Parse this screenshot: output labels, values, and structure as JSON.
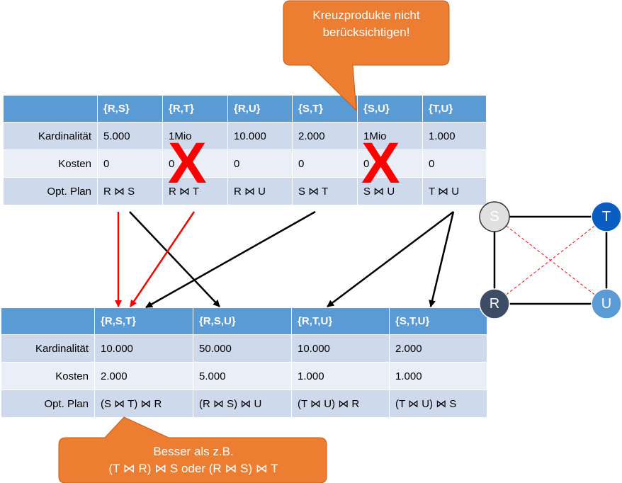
{
  "table1": {
    "headers": [
      "",
      "{R,S}",
      "{R,T}",
      "{R,U}",
      "{S,T}",
      "{S,U}",
      "{T,U}"
    ],
    "rows": [
      {
        "label": "Kardinalität",
        "cells": [
          "5.000",
          "1Mio",
          "10.000",
          "2.000",
          "1Mio",
          "1.000"
        ]
      },
      {
        "label": "Kosten",
        "cells": [
          "0",
          "0",
          "0",
          "0",
          "0",
          "0"
        ]
      },
      {
        "label": "Opt. Plan",
        "cells": [
          "R ⋈ S",
          "R ⋈ T",
          "R ⋈ U",
          "S ⋈ T",
          "S ⋈ U",
          "T ⋈ U"
        ]
      }
    ]
  },
  "table2": {
    "headers": [
      "",
      "{R,S,T}",
      "{R,S,U}",
      "{R,T,U}",
      "{S,T,U}"
    ],
    "rows": [
      {
        "label": "Kardinalität",
        "cells": [
          "10.000",
          "50.000",
          "10.000",
          "2.000"
        ]
      },
      {
        "label": "Kosten",
        "cells": [
          "2.000",
          "5.000",
          "1.000",
          "1.000"
        ]
      },
      {
        "label": "Opt. Plan",
        "cells": [
          "(S ⋈ T) ⋈ R",
          "(R ⋈ S) ⋈ U",
          "(T ⋈ U) ⋈ R",
          "(T ⋈ U) ⋈ S"
        ]
      }
    ]
  },
  "callout_top": {
    "line1": "Kreuzprodukte nicht",
    "line2": "berücksichtigen!"
  },
  "callout_bottom": {
    "line1": "Besser als z.B.",
    "line2": "(T ⋈ R) ⋈ S oder (R ⋈ S) ⋈ T"
  },
  "cross_marks": {
    "symbol": "X",
    "color": "#ff0000"
  },
  "graph": {
    "nodes": [
      {
        "id": "S",
        "label": "S",
        "fill": "#e0e0e0"
      },
      {
        "id": "T",
        "label": "T",
        "fill": "#0a5ec2"
      },
      {
        "id": "R",
        "label": "R",
        "fill": "#3d4d66"
      },
      {
        "id": "U",
        "label": "U",
        "fill": "#5b9bd5"
      }
    ],
    "solid_edges": [
      [
        "S",
        "T"
      ],
      [
        "S",
        "R"
      ],
      [
        "T",
        "U"
      ],
      [
        "R",
        "U"
      ]
    ],
    "dashed_edges": [
      [
        "S",
        "U"
      ],
      [
        "T",
        "R"
      ]
    ]
  },
  "colors": {
    "header_blue": "#5b9bd5",
    "row_dark": "#cfd9ec",
    "row_light": "#e9eef7",
    "callout_orange": "#ed7d31",
    "arrow_red": "#ff0000",
    "arrow_black": "#000000"
  }
}
